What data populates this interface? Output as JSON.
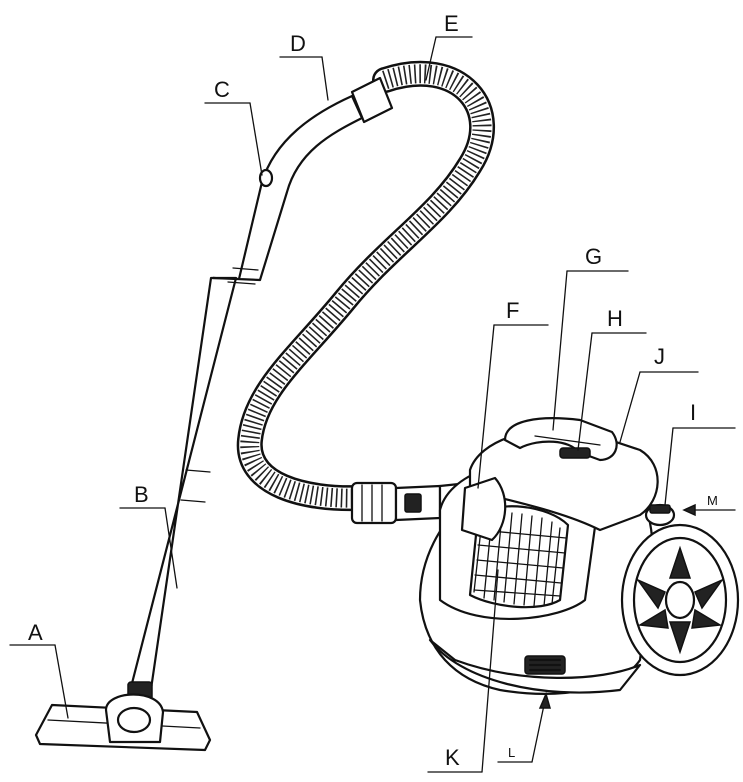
{
  "callouts": {
    "A": "A",
    "B": "B",
    "C": "C",
    "D": "D",
    "E": "E",
    "F": "F",
    "G": "G",
    "H": "H",
    "I": "I",
    "J": "J",
    "K": "K",
    "L": "L",
    "M": "M"
  },
  "colors": {
    "ink": "#111111",
    "background": "#ffffff"
  }
}
